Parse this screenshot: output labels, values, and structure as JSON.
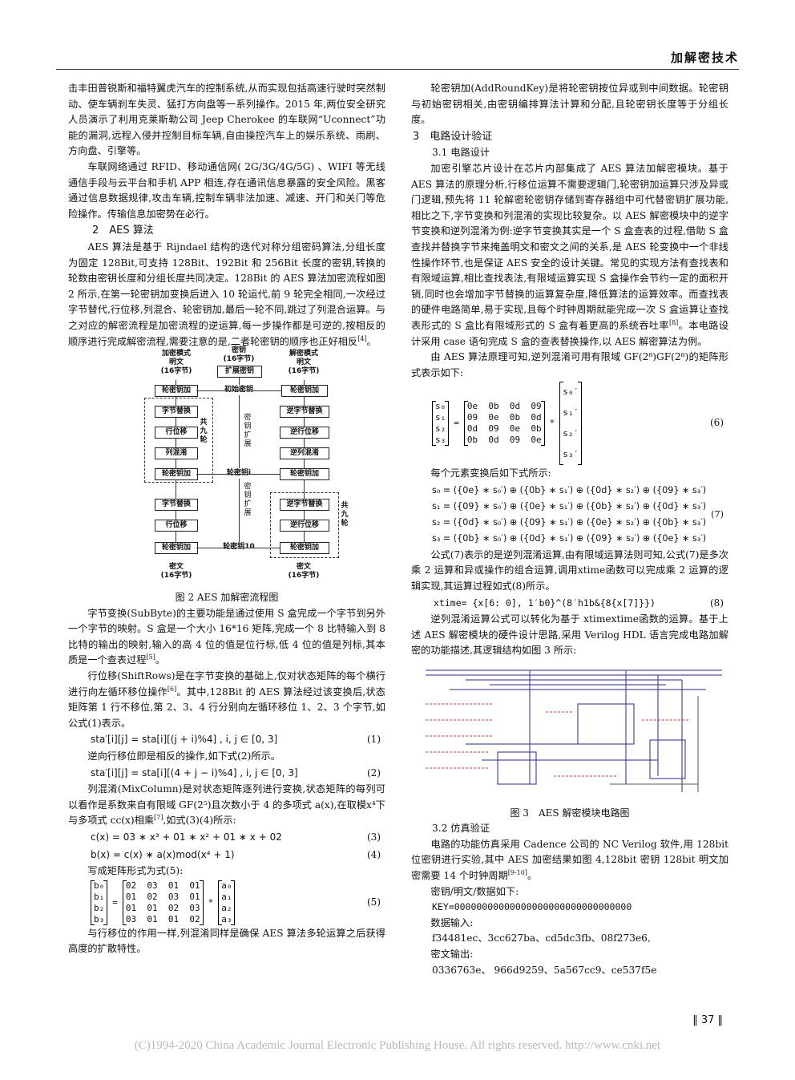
{
  "header": {
    "section": "加解密技术"
  },
  "left": {
    "p1": "击丰田普锐斯和福特翼虎汽车的控制系统,从而实现包括高速行驶时突然制动、使车辆刹车失灵、猛打方向盘等一系列操作。2015 年,两位安全研究人员演示了利用克莱斯勒公司 Jeep Cherokee 的车联网“Uconnect”功能的漏洞,远程入侵并控制目标车辆,自由操控汽车上的娱乐系统、雨刷、方向盘、引擎等。",
    "p2": "车联网络通过 RFID、移动通信网( 2G/3G/4G/5G) 、WIFI 等无线通信手段与云平台和手机 APP 相连,存在通讯信息暴露的安全风险。黑客通过信息数据规律,攻击车辆,控制车辆非法加速、减速、开门和关门等危险操作。传输信息加密势在必行。",
    "h_aes": "2　AES 算法",
    "p3": "AES 算法是基于 Rijndael 结构的迭代对称分组密码算法,分组长度为固定 128Bit,可支持 128Bit、192Bit 和 256Bit 长度的密钥,转换的轮数由密钥长度和分组长度共同决定。128Bit 的 AES 算法加密流程如图 2 所示,在第一轮密钥加变换后进入 10 轮运代,前 9 轮完全相同,一次经过字节替代,行位移,列混合、轮密钥加,最后一轮不同,跳过了列混合运算。与之对应的解密流程是加密流程的逆运算,每一步操作都是可逆的,按相反的顺序进行完成解密流程,需要注意的是,二者轮密钥的顺序也正好相反",
    "p3_ref": "[4]",
    "p3_end": "。",
    "fig2": {
      "enc_mode": "加密模式",
      "key": "密钥",
      "key_bytes": "(16字节)",
      "dec_mode": "解密模式",
      "plain": "明文",
      "plain_bytes": "(16字节)",
      "expand_key": "扩展密钥",
      "add_key": "轮密钥加",
      "init_key": "初始密钥",
      "sub_bytes": "字节替换",
      "shift_rows": "行位移",
      "mix_cols": "列混淆",
      "inv_sub": "逆字节替换",
      "inv_shift": "逆行位移",
      "inv_mix": "逆列混淆",
      "round_key_i": "轮密钥i",
      "round_key_10": "轮密钥10",
      "key_expand_v": "密钥扩展",
      "nine_rounds": "共九轮",
      "cipher": "密文",
      "cipher_bytes": "(16字节)",
      "caption": "图 2 AES 加解密流程图"
    },
    "p4": "字节变换(SubByte)的主要功能是通过使用 S 盒完成一个字节到另外一个字节的映射。S 盒是一个大小 16*16 矩阵,完成一个 8 比特输入到 8 比特的输出的映射,输入的高 4 位的值是位行标,低 4 位的值是列标,其本质是一个查表过程",
    "p4_ref": "[5]",
    "p4_end": "。",
    "p5": "行位移(ShiftRows)是在字节变换的基础上,仅对状态矩阵的每个横行进行向左循环移位操作",
    "p5_ref": "[6]",
    "p5_end": "。其中,128Bit 的 AES 算法经过该变换后,状态矩阵第 1 行不移位,第 2、3、4 行分别向左循环移位 1、2、3 个字节,如公式(1)表示。",
    "eq1": "sta′[i][j] = sta[i][(j + i)%4] ,  i, j ∈ [0, 3]",
    "eq1_num": "(1)",
    "p6": "逆向行移位即是相反的操作,如下式(2)所示。",
    "eq2": "sta′[i][j] = sta[i][(4 + j − i)%4] ,  i, j ∈ [0, 3]",
    "eq2_num": "(2)",
    "p7": "列混淆(MixColumn)是对状态矩阵逐列进行变换,状态矩阵的每列可以看作是系数来自有限域 GF(2⁵)且次数小于 4 的多项式 a(x),在取模x⁴下与多项式 cc(x)相乘",
    "p7_ref": "[7]",
    "p7_end": ",如式(3)(4)所示:",
    "eq3": "c(x) = 03 ∗ x³ + 01 ∗ x² + 01 ∗ x + 02",
    "eq3_num": "(3)",
    "eq4": "b(x) = c(x) ∗ a(x)mod(x⁴ + 1)",
    "eq4_num": "(4)",
    "p8": "写成矩阵形式为式(5):",
    "eq5_num": "(5)",
    "m5_b": [
      "b₀",
      "b₁",
      "b₂",
      "b₃"
    ],
    "m5_c": [
      "02  03  01  01",
      "01  02  03  01",
      "01  01  02  03",
      "03  01  01  02"
    ],
    "m5_a": [
      "a₀",
      "a₁",
      "a₂",
      "a₃"
    ],
    "p9": "与行移位的作用一样,列混淆同样是确保 AES 算法多轮运算之后获得高度的扩散特性。"
  },
  "right": {
    "p1": "轮密钥加(AddRoundKey)是将轮密钥按位异或到中间数据。轮密钥与初始密钥相关,由密钥编排算法计算和分配,且轮密钥长度等于分组长度。",
    "h3": "3　电路设计验证",
    "h31": "3.1 电路设计",
    "p2": "加密引擎芯片设计在芯片内部集成了 AES 算法加解密模块。基于 AES 算法的原理分析,行移位运算不需要逻辑门,轮密钥加运算只涉及异或门逻辑,预先将 11 轮解密轮密钥存储到寄存器组中可代替密钥扩展功能,相比之下,字节变换和列混淆的实现比较复杂。以 AES 解密模块中的逆字节变换和逆列混淆为例:逆字节变换其实是一个 S 盒查表的过程,借助 S 盒查找并替换字节来掩盖明文和密文之间的关系,是 AES 轮变换中一个非线性操作环节,也是保证 AES 安全的设计关键。常见的实现方法有查找表和有限域运算,相比查找表法,有限域运算实现 S 盒操作会节约一定的面积开销,同时也会增加字节替换的运算复杂度,降低算法的运算效率。而查找表的硬件电路简单,易于实现,且每个时钟周期就能完成一次 S 盒运算让查找表形式的 S 盒比有限域形式的 S 盒有着更高的系统吞吐率",
    "p2_ref": "[8]",
    "p2_end": "。本电路设计采用 case 语句完成 S 盒的查表替换操作,以 AES 解密算法为例。",
    "p3": "由 AES 算法原理可知,逆列混淆可用有限域 GF(2⁸)GF(2⁸)的矩阵形式表示如下:",
    "m6_s": [
      "s₀",
      "s₁",
      "s₂",
      "s₃"
    ],
    "m6_c": [
      "0e  0b  0d  09",
      "09  0e  0b  0d",
      "0d  09  0e  0b",
      "0b  0d  09  0e"
    ],
    "m6_sp": [
      "s₀′",
      "s₁′",
      "s₂′",
      "s₃′"
    ],
    "eq6_num": "(6)",
    "p4": "每个元素变换后如下式所示:",
    "eq7": [
      "s₀ = ({0e} ∗ s₀′) ⊕ ({0b} ∗ s₁′) ⊕ ({0d} ∗ s₂′) ⊕ ({09} ∗ s₃′)",
      "s₁ = ({09} ∗ s₀′) ⊕ ({0e} ∗ s₁′) ⊕ ({0b} ∗ s₂′) ⊕ ({0d} ∗ s₃′)",
      "s₂ = ({0d} ∗ s₀′) ⊕ ({09} ∗ s₁′) ⊕ ({0e} ∗ s₂′) ⊕ ({0b} ∗ s₃′)",
      "s₃ = ({0b} ∗ s₀′) ⊕ ({0d} ∗ s₁′) ⊕ ({09} ∗ s₂′) ⊕ ({0e} ∗ s₃′)"
    ],
    "eq7_num": "(7)",
    "p5": "公式(7)表示的是逆列混淆运算,由有限域运算法则可知,公式(7)是多次乘 2 运算和异或操作的组合运算,调用xtime函数可以完成乘 2 运算的逻辑实现,其运算过程如式(8)所示。",
    "eq8": "xtime= {x[6: 0], 1′b0}^(8′h1b&{8{x[7]}})",
    "eq8_num": "(8)",
    "p6": "逆列混淆运算公式可以转化为基于 xtimextime函数的运算。基于上述 AES 解密模块的硬件设计思路,采用 Verilog HDL 语言完成电路加解密的功能描述,其逻辑结构如图 3 所示:",
    "fig3_caption": "图 3　AES 解密模块电路图",
    "h32": "3.2 仿真验证",
    "p7": "电路的功能仿真采用 Cadence 公司的 NC Verilog 软件,用 128bit 位密钥进行实验,其中 AES 加密结果如图 4,128bit 密钥 128bit 明文加密需要 14 个时钟周期",
    "p7_ref": "[9-10]",
    "p7_end": "。",
    "data_head": "密钥/明文/数据如下:",
    "key_line": "KEY=00000000000000000000000000000000",
    "in_head": "数据输入:",
    "in_vals": "f34481ec、3cc627ba、cd5dc3fb、08f273e6,",
    "out_head": "密文输出:",
    "out_vals": "0336763e、 966d9259、5a567cc9、ce537f5e"
  },
  "page_number": "‖ 37 ‖",
  "footer": "(C)1994-2020 China Academic Journal Electronic Publishing House. All rights reserved.    http://www.cnki.net"
}
